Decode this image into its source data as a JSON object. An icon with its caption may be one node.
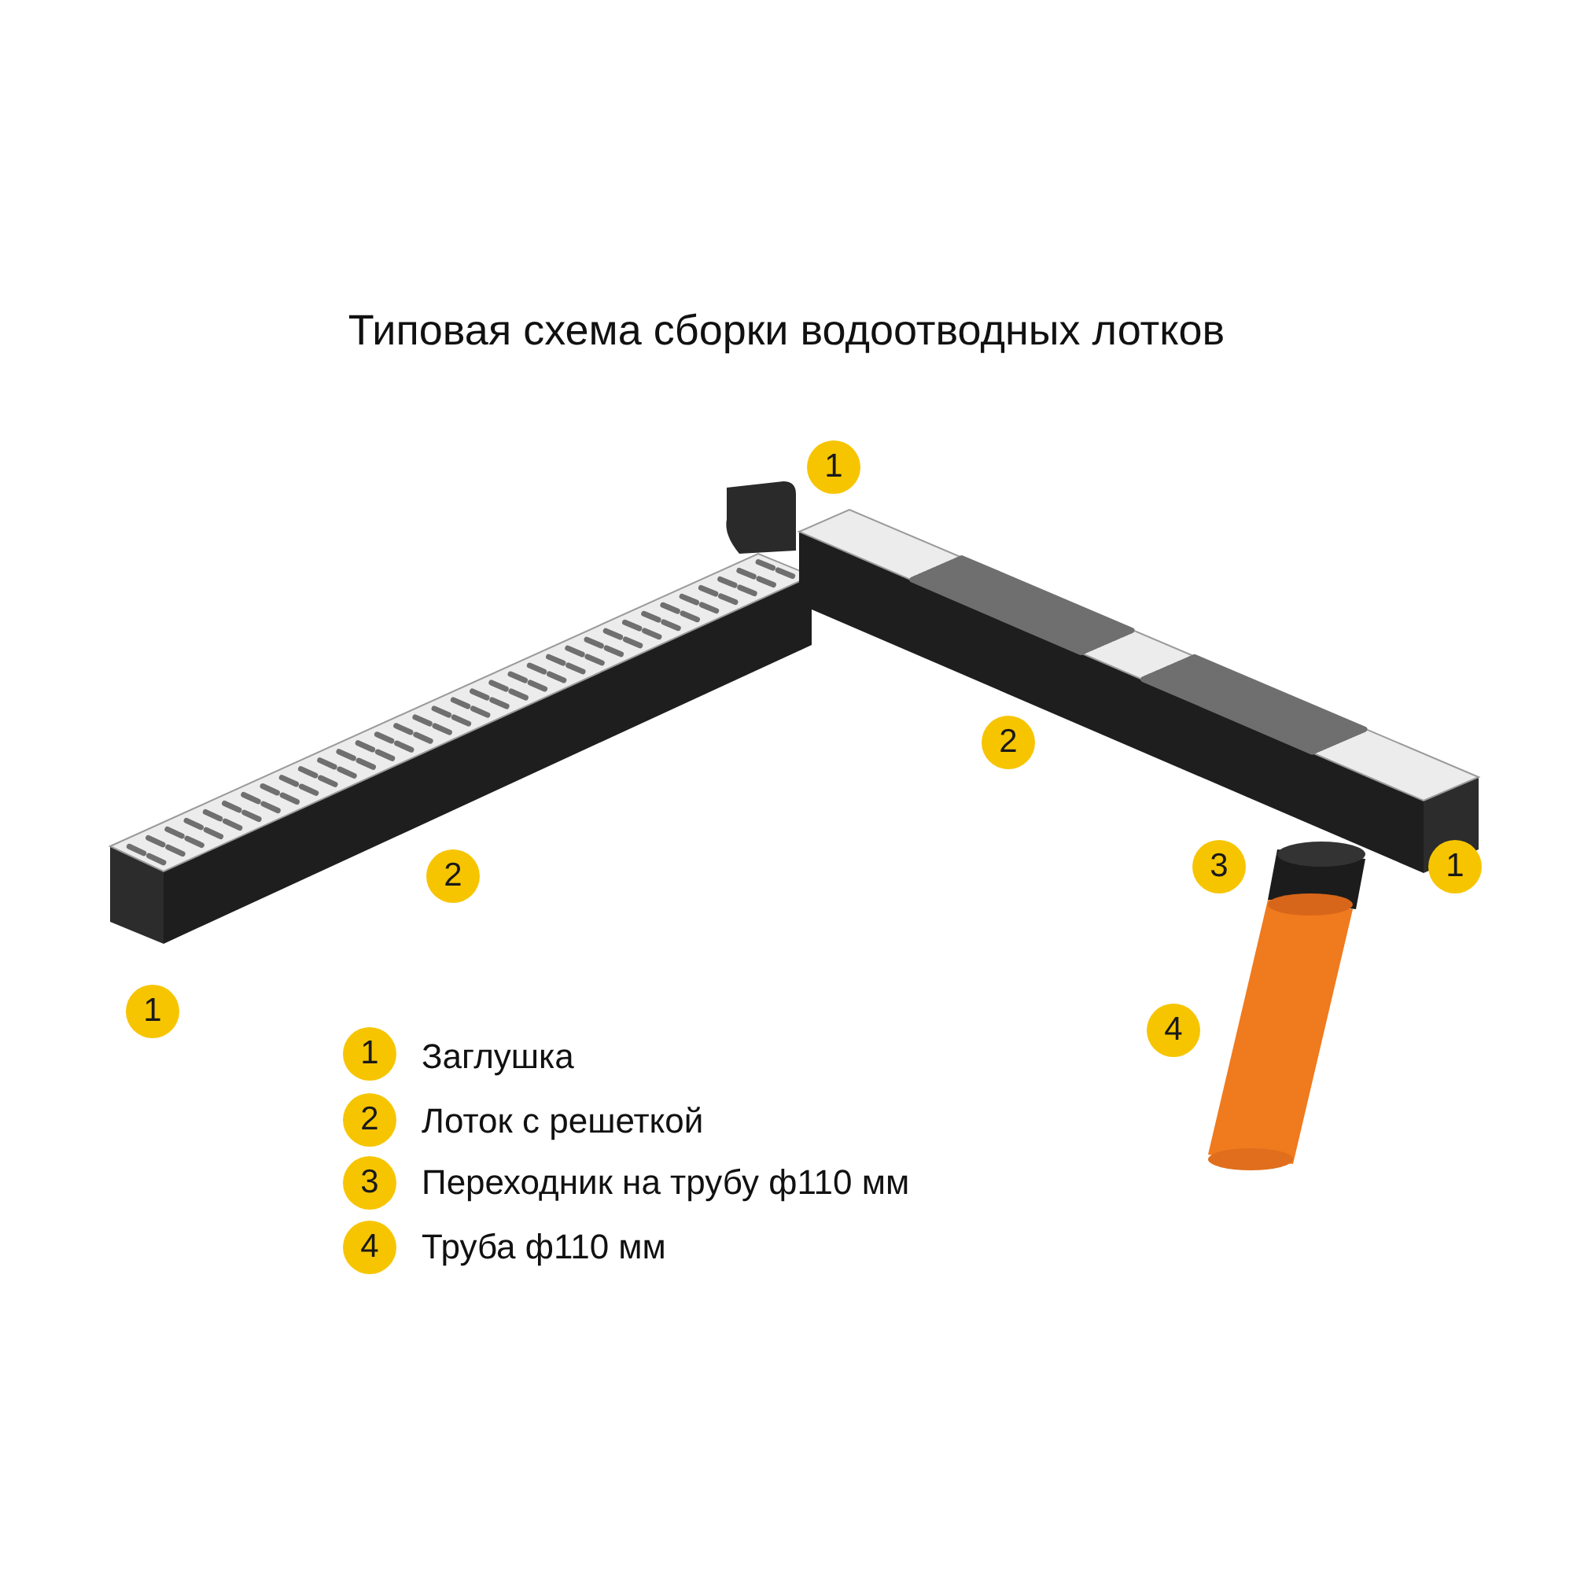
{
  "diagram": {
    "title": "Типовая схема сборки водоотводных лотков",
    "labels": [
      "1",
      "2",
      "3",
      "1",
      "2",
      "1",
      "4",
      "1",
      "Заглушка",
      "2",
      "Лоток с решеткой",
      "3",
      "Переходник на трубу ф110 мм",
      "4",
      "Труба ф110 мм"
    ]
  }
}
